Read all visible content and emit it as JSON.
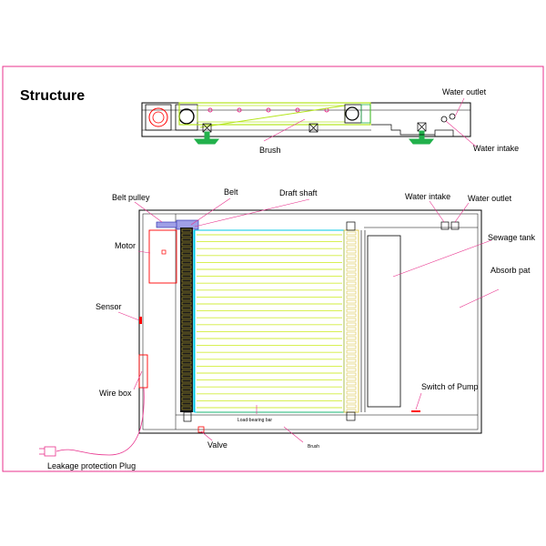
{
  "title": "Structure",
  "top_view": {
    "brush": "Brush",
    "water_outlet": "Water outlet",
    "water_intake": "Water intake"
  },
  "main_view": {
    "belt_pulley": "Belt pulley",
    "belt": "Belt",
    "draft_shaft": "Draft shaft",
    "water_intake": "Water intake",
    "water_outlet": "Water outlet",
    "motor": "Motor",
    "sewage_tank": "Sewage tank",
    "absorb_pat": "Absorb pat",
    "sensor": "Sensor",
    "wire_box": "Wire box",
    "switch_of_pump": "Switch of Pump",
    "load_bearing_bar": "Load-bearing bar",
    "brush": "Brush",
    "valve": "Valve",
    "plug": "Leakage protection Plug"
  },
  "colors": {
    "frame": "#e8308c",
    "outline": "#000000",
    "conveyor": "#b5e61d",
    "cyan": "#00c8e6",
    "slat": "#d2ee3c",
    "chain": "#d6bd2a",
    "green": "#22b14c",
    "accent_red": "#ff0000",
    "leader": "#e8308c"
  }
}
